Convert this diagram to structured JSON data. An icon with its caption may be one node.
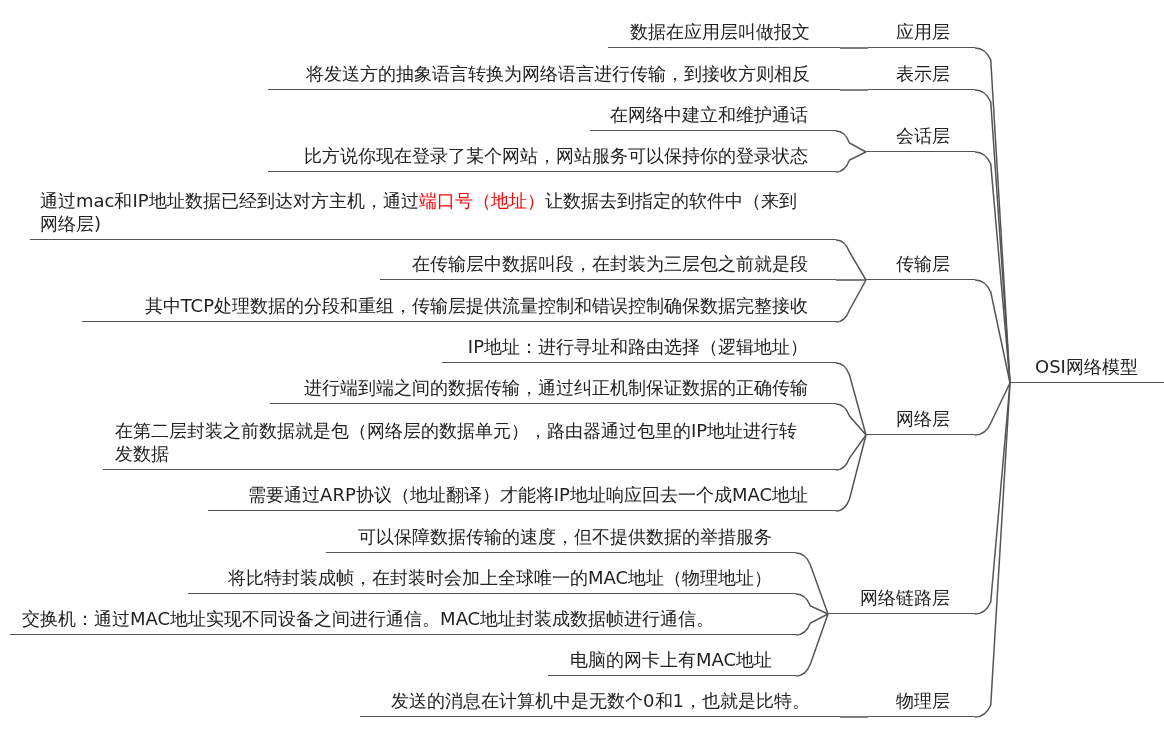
{
  "diagram": {
    "nodes": [
      {
        "text": [
          "OSI网络模型"
        ]
      },
      {
        "text": [
          "应用层"
        ]
      },
      {
        "text": [
          "数据在应用层叫做报文"
        ]
      },
      {
        "text": [
          "表示层"
        ]
      },
      {
        "text": [
          "将发送方的抽象语言转换为网络语言进行传输，到接收方则相反"
        ]
      },
      {
        "text": [
          "会话层"
        ]
      },
      {
        "text": [
          "在网络中建立和维护通话"
        ]
      },
      {
        "text": [
          "比方说你现在登录了某个网站，网站服务可以保持你的登录状态"
        ]
      },
      {
        "text": [
          "传输层"
        ]
      },
      {
        "text": [
          "通过mac和IP地址数据已经到达对方主机，通过**端口号（地址）**让数据去到指定的软件中（来到网络层)"
        ]
      },
      {
        "text": [
          "在传输层中数据叫段，在封装为三层包之前就是段"
        ]
      },
      {
        "text": [
          "其中TCP处理数据的分段和重组，传输层提供流量控制和错误控制确保数据完整接收"
        ]
      },
      {
        "text": [
          "网络层"
        ]
      },
      {
        "text": [
          "IP地址：进行寻址和路由选择（逻辑地址）"
        ]
      },
      {
        "text": [
          "进行端到端之间的数据传输，通过纠正机制保证数据的正确传输"
        ]
      },
      {
        "text": [
          "在第二层封装之前数据就是包（网络层的数据单元），路由器通过包里的IP地址进行转发数据"
        ]
      },
      {
        "text": [
          "需要通过ARP协议（地址翻译）才能将IP地址响应回去一个成MAC地址"
        ]
      },
      {
        "text": [
          "网络链路层"
        ]
      },
      {
        "text": [
          "可以保障数据传输的速度，但不提供数据的举措服务"
        ]
      },
      {
        "text": [
          "将比特封装成帧，在封装时会加上全球唯一的MAC地址（物理地址）"
        ]
      },
      {
        "text": [
          "交换机：通过MAC地址实现不同设备之间进行通信。MAC地址封装成数据帧进行通信。"
        ]
      },
      {
        "text": [
          "电脑的网卡上有MAC地址"
        ]
      },
      {
        "text": [
          "物理层"
        ]
      },
      {
        "text": [
          "发送的消息在计算机中是无数个0和1，也就是比特。"
        ]
      }
    ],
    "edges": [
      {
        "from": 0,
        "to": 1,
        "arrow": "none"
      },
      {
        "from": 1,
        "to": 2,
        "arrow": "none"
      },
      {
        "from": 0,
        "to": 3,
        "arrow": "none"
      },
      {
        "from": 3,
        "to": 4,
        "arrow": "none"
      },
      {
        "from": 0,
        "to": 5,
        "arrow": "none"
      },
      {
        "from": 5,
        "to": 6,
        "arrow": "none"
      },
      {
        "from": 5,
        "to": 7,
        "arrow": "none"
      },
      {
        "from": 0,
        "to": 8,
        "arrow": "none"
      },
      {
        "from": 8,
        "to": 9,
        "arrow": "none"
      },
      {
        "from": 8,
        "to": 10,
        "arrow": "none"
      },
      {
        "from": 8,
        "to": 11,
        "arrow": "none"
      },
      {
        "from": 0,
        "to": 12,
        "arrow": "none"
      },
      {
        "from": 12,
        "to": 13,
        "arrow": "none"
      },
      {
        "from": 12,
        "to": 14,
        "arrow": "none"
      },
      {
        "from": 12,
        "to": 15,
        "arrow": "none"
      },
      {
        "from": 12,
        "to": 16,
        "arrow": "none"
      },
      {
        "from": 0,
        "to": 17,
        "arrow": "none"
      },
      {
        "from": 17,
        "to": 18,
        "arrow": "none"
      },
      {
        "from": 17,
        "to": 19,
        "arrow": "none"
      },
      {
        "from": 17,
        "to": 20,
        "arrow": "none"
      },
      {
        "from": 17,
        "to": 21,
        "arrow": "none"
      },
      {
        "from": 0,
        "to": 22,
        "arrow": "none"
      },
      {
        "from": 22,
        "to": 23,
        "arrow": "none"
      }
    ]
  }
}
